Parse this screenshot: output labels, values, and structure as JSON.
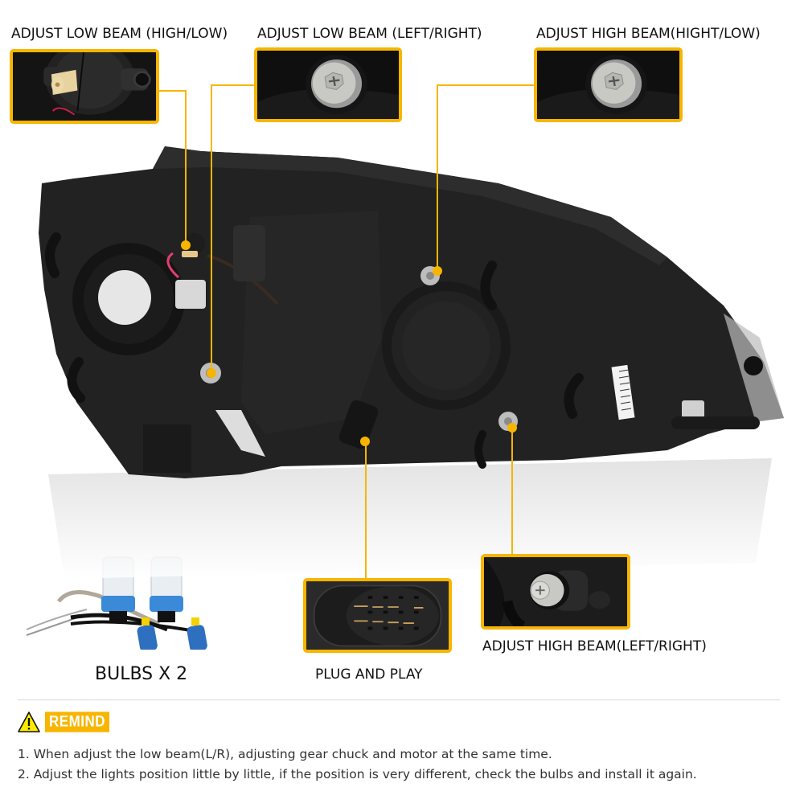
{
  "callouts": {
    "low_beam_high_low": {
      "label": "ADJUST LOW BEAM (HIGH/LOW)",
      "thumb_icon": "beam-adjuster-motor-image"
    },
    "low_beam_left_right": {
      "label": "ADJUST LOW BEAM (LEFT/RIGHT)",
      "thumb_icon": "gear-screw-image"
    },
    "high_beam_high_low": {
      "label": "ADJUST HIGH BEAM(HIGHT/LOW)",
      "thumb_icon": "gear-screw-image"
    },
    "plug_and_play": {
      "label": "PLUG AND PLAY",
      "thumb_icon": "connector-plug-image"
    },
    "high_beam_left_right": {
      "label": "ADJUST HIGH BEAM(LEFT/RIGHT)",
      "thumb_icon": "gear-screw-image"
    }
  },
  "bulbs": {
    "label": "BULBS X 2",
    "icon": "hid-bulbs-image"
  },
  "remind": {
    "icon": "warning-triangle-icon",
    "badge": "REMIND",
    "notes": [
      "1. When adjust the low beam(L/R), adjusting gear chuck and motor at the same time.",
      "2. Adjust the lights position little by little, if the position is very different, check the bulbs and install it again."
    ]
  },
  "colors": {
    "accent": "#f7b500",
    "text": "#111111",
    "note_text": "#333333",
    "divider": "#d6d6d6",
    "housing": "#1f1f1f"
  }
}
